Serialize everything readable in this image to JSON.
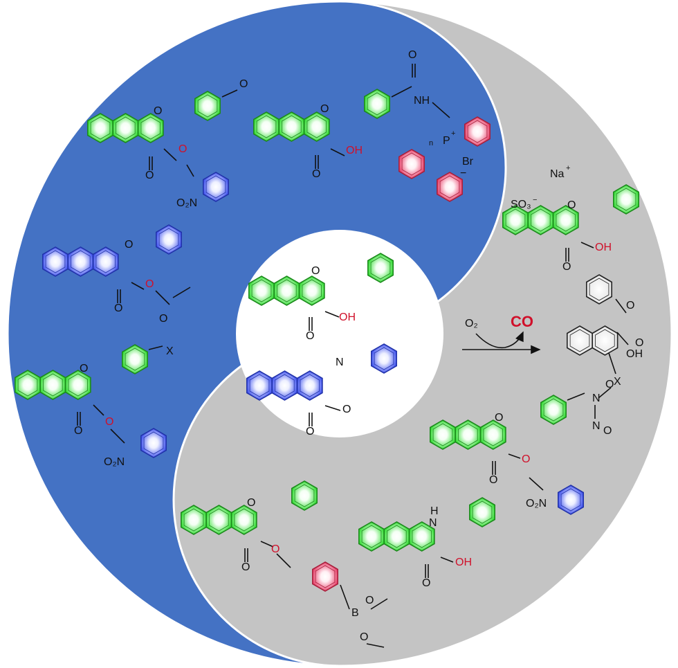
{
  "colors": {
    "blue_half": "#4472c4",
    "grey_half": "#c4c4c4",
    "center": "#ffffff",
    "ring_green": "#3ee03e",
    "ring_blue": "#4a5cf0",
    "ring_red": "#ea4a72",
    "ring_grey": "#f3f3f3",
    "label_red": "#d0102a"
  },
  "icons": {
    "ring": "aromatic-ring-icon",
    "arrow": "reaction-arrow-icon"
  },
  "labels": {
    "O": "O",
    "N": "N",
    "NH": "NH",
    "H": "H",
    "OH": "OH",
    "O2N": "O₂N",
    "X": "X",
    "n": "n",
    "P": "P",
    "plus": "+",
    "Br": "Br",
    "minus": "−",
    "Na": "Na",
    "SO3": "SO₃",
    "B": "B",
    "O2": "O₂",
    "CO": "CO"
  }
}
